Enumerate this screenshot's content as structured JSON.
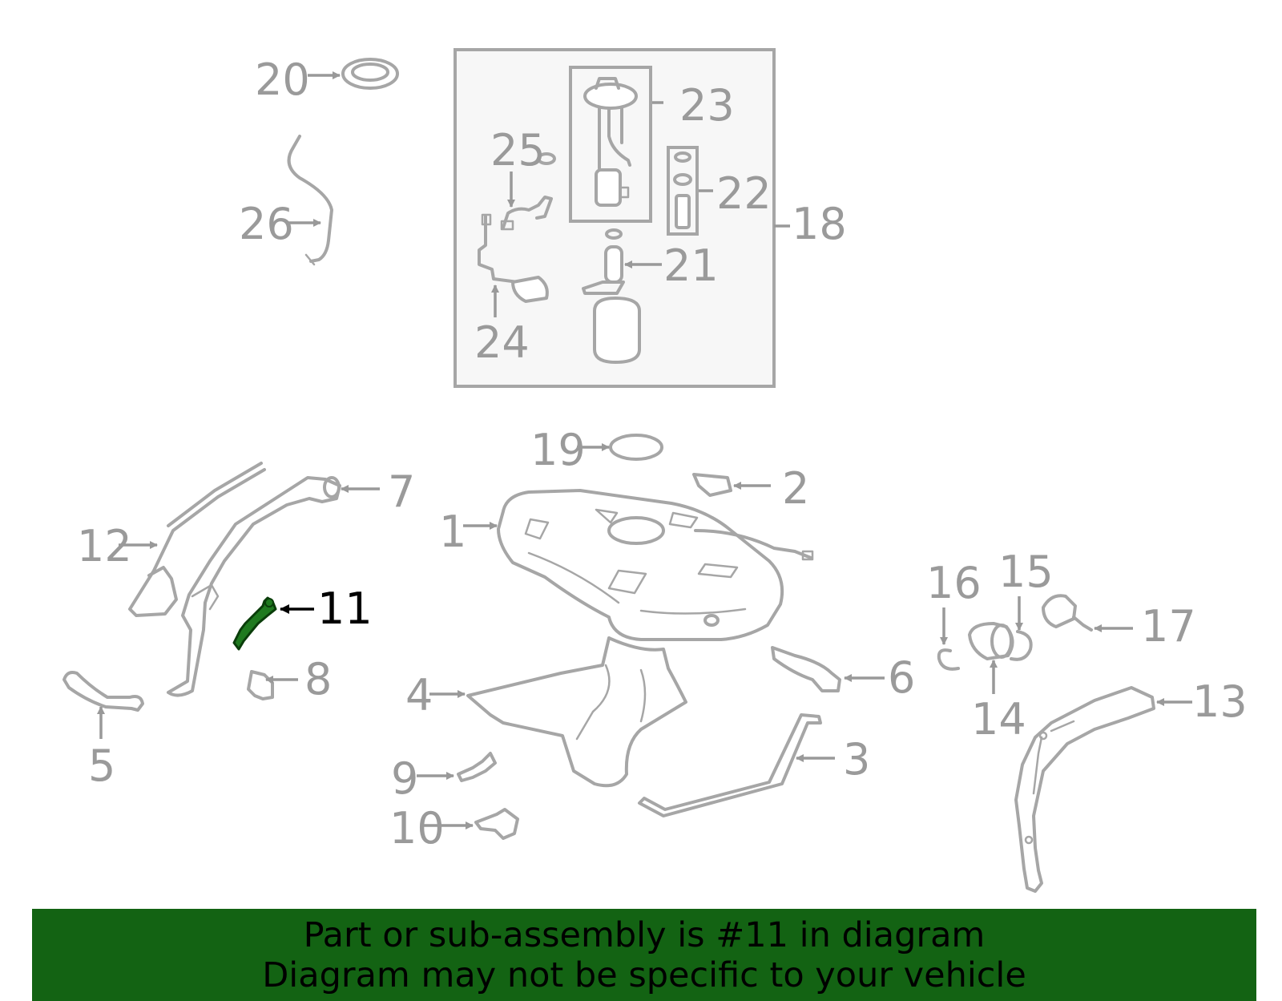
{
  "diagram": {
    "callouts": [
      "1",
      "2",
      "3",
      "4",
      "5",
      "6",
      "7",
      "8",
      "9",
      "10",
      "11",
      "12",
      "13",
      "14",
      "15",
      "16",
      "17",
      "18",
      "19",
      "20",
      "21",
      "22",
      "23",
      "24",
      "25",
      "26"
    ],
    "highlighted_callout": "11",
    "highlight_color": "#1f7a1f",
    "part_color": "#a6a6a6",
    "label_color": "#9a9a9a"
  },
  "banner": {
    "line1": "Part or sub-assembly is #11 in diagram",
    "line2": "Diagram may not be specific to your vehicle",
    "background": "#136313"
  }
}
